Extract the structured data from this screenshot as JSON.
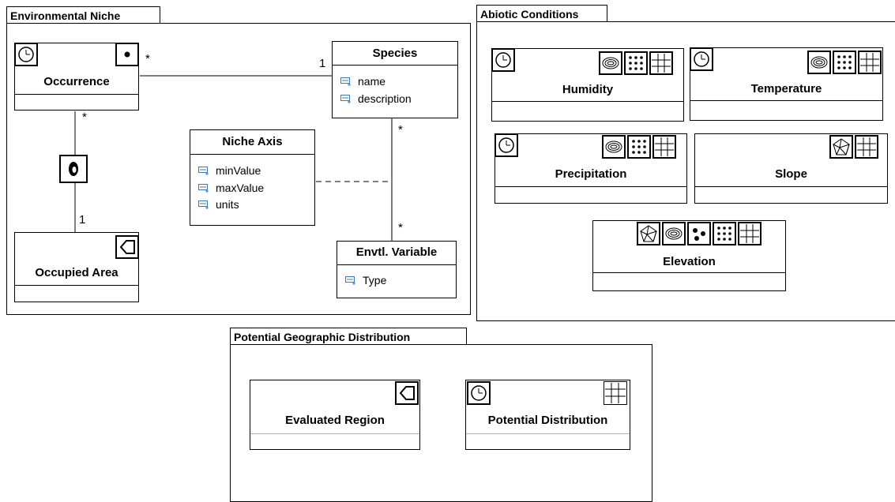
{
  "packages": {
    "environmental_niche": "Environmental Niche",
    "abiotic_conditions": "Abiotic Conditions",
    "potential_geographic_distribution": "Potential Geographic Distribution"
  },
  "classes": {
    "occurrence": "Occurrence",
    "species": "Species",
    "niche_axis": "Niche Axis",
    "occupied_area": "Occupied Area",
    "envtl_variable": "Envtl. Variable",
    "humidity": "Humidity",
    "temperature": "Temperature",
    "precipitation": "Precipitation",
    "slope": "Slope",
    "elevation": "Elevation",
    "evaluated_region": "Evaluated Region",
    "potential_distribution": "Potential Distribution"
  },
  "attributes": {
    "species": [
      "name",
      "description"
    ],
    "niche_axis": [
      "minValue",
      "maxValue",
      "units"
    ],
    "envtl_variable": [
      "Type"
    ]
  },
  "multiplicities": {
    "occ_species_occ": "*",
    "occ_species_spc": "1",
    "occ_area_occ": "*",
    "occ_area_area": "1",
    "species_var_spc": "*",
    "species_var_var": "*"
  },
  "icons": {
    "occurrence": [
      "clock-icon",
      "point-icon"
    ],
    "occupied_area": [
      "polygon-icon"
    ],
    "association": [
      "niche-link-icon"
    ],
    "humidity": [
      "clock-icon",
      "isoline-icon",
      "sample-points-icon",
      "grid-icon"
    ],
    "temperature": [
      "clock-icon",
      "isoline-icon",
      "sample-points-icon",
      "grid-icon"
    ],
    "precipitation": [
      "clock-icon",
      "isoline-icon",
      "sample-points-icon",
      "grid-icon"
    ],
    "slope": [
      "tin-icon",
      "grid-icon"
    ],
    "elevation": [
      "tin-icon",
      "isoline-icon",
      "point-set-icon",
      "sample-points-icon",
      "grid-icon"
    ],
    "evaluated_region": [
      "polygon-icon"
    ],
    "potential_distribution": [
      "clock-icon",
      "grid-icon"
    ]
  },
  "colors": {
    "attribute_icon": "#3a7bbf",
    "highlight_line": "#b8b870"
  }
}
